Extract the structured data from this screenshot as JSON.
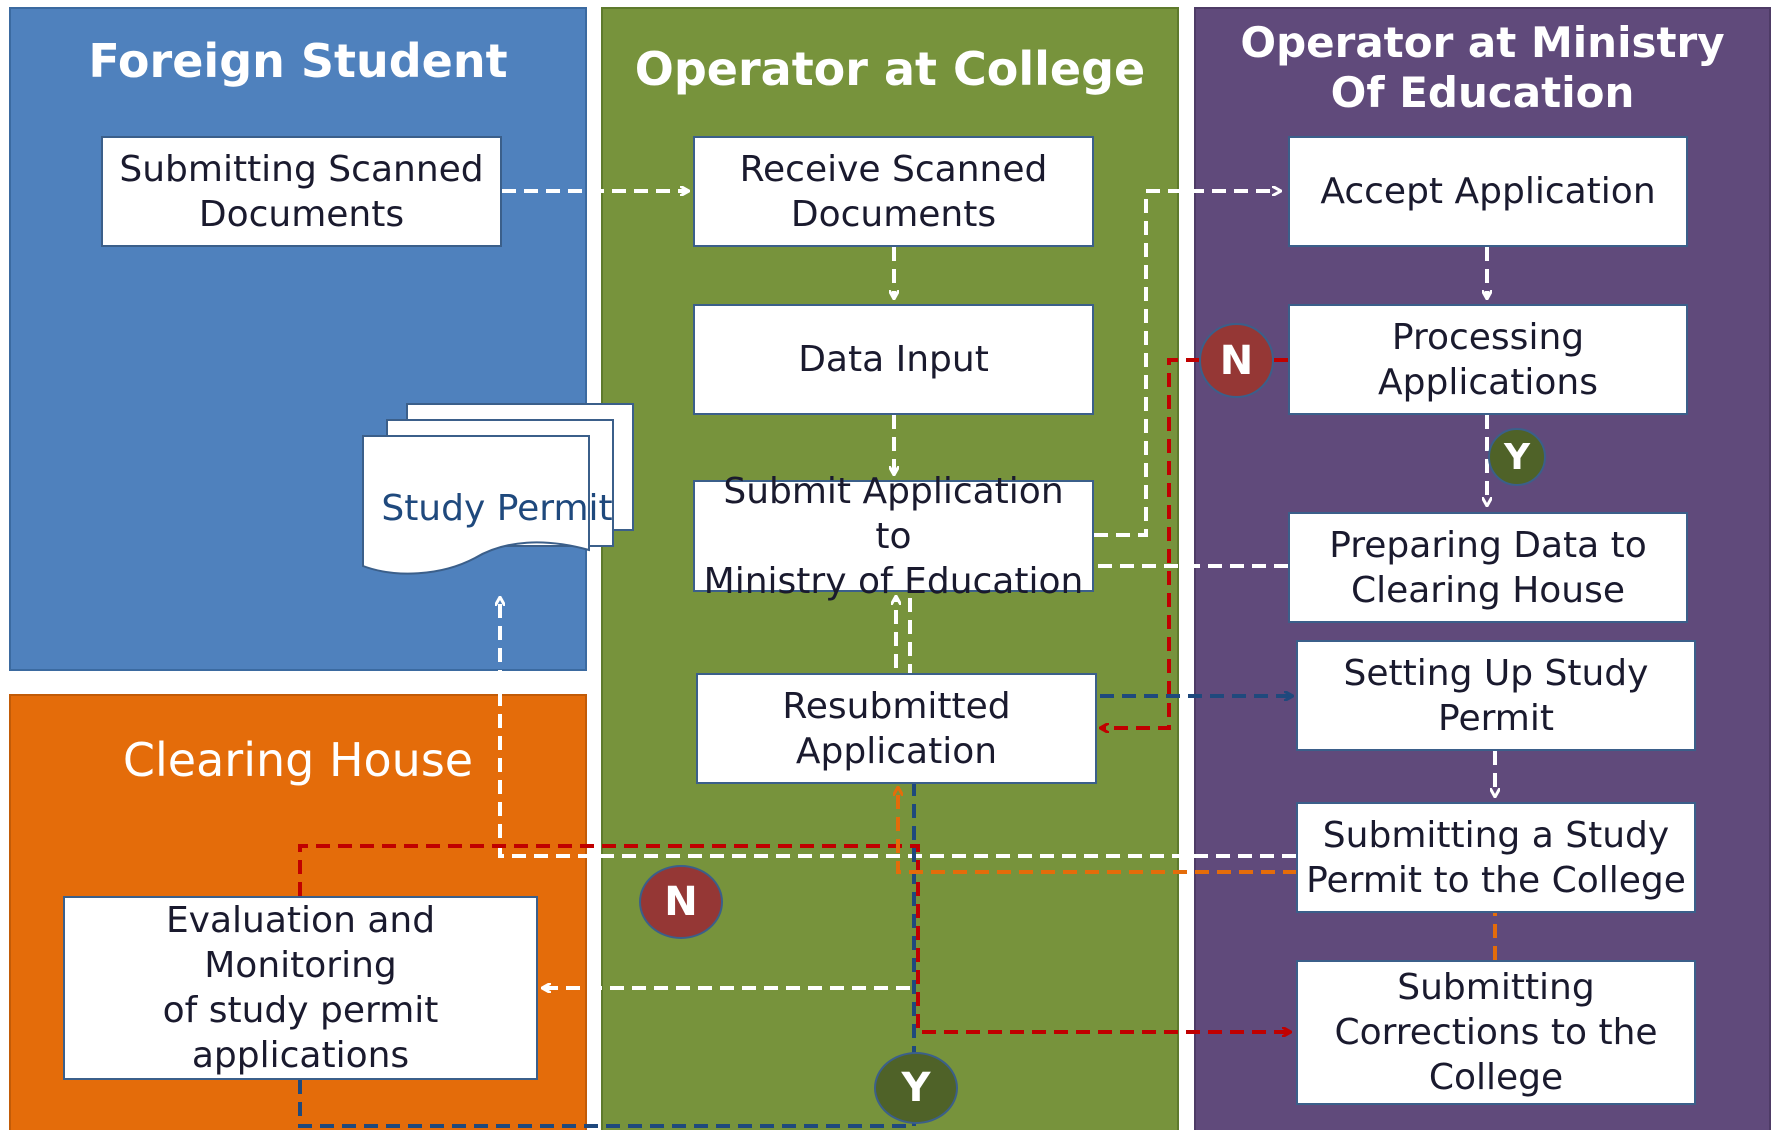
{
  "lanes": {
    "student": {
      "title": "Foreign Student",
      "color": "#4F81BD"
    },
    "college": {
      "title": "Operator at College",
      "color": "#77933C"
    },
    "ministry": {
      "title": "Operator at Ministry\nOf Education",
      "color": "#604A7B"
    },
    "clearing": {
      "title": "Clearing House",
      "color": "#E46C0A"
    }
  },
  "steps": {
    "submit_scanned": "Submitting Scanned\nDocuments",
    "receive_scanned": "Receive Scanned\nDocuments",
    "data_input": "Data Input",
    "submit_to_ministry": "Submit Application to\nMinistry of Education",
    "resubmitted": "Resubmitted\nApplication",
    "accept_application": "Accept Application",
    "processing": "Processing\nApplications",
    "preparing_data": "Preparing Data to\nClearing House",
    "setting_up_permit": "Setting Up Study\nPermit",
    "submitting_permit": "Submitting a Study\nPermit to the College",
    "submitting_corrections": "Submitting\nCorrections to the\nCollege",
    "evaluation": "Evaluation and Monitoring\nof study permit\napplications"
  },
  "document": {
    "label": "Study Permit"
  },
  "decisions": {
    "processing_no": "N",
    "processing_yes": "Y",
    "evaluation_no": "N",
    "evaluation_yes": "Y"
  },
  "colors": {
    "flow_white": "#FFFFFF",
    "flow_red": "#C00000",
    "flow_blue": "#1F497D",
    "flow_orange": "#E46C0A",
    "decision_no": "#953735",
    "decision_yes": "#4F6228"
  }
}
